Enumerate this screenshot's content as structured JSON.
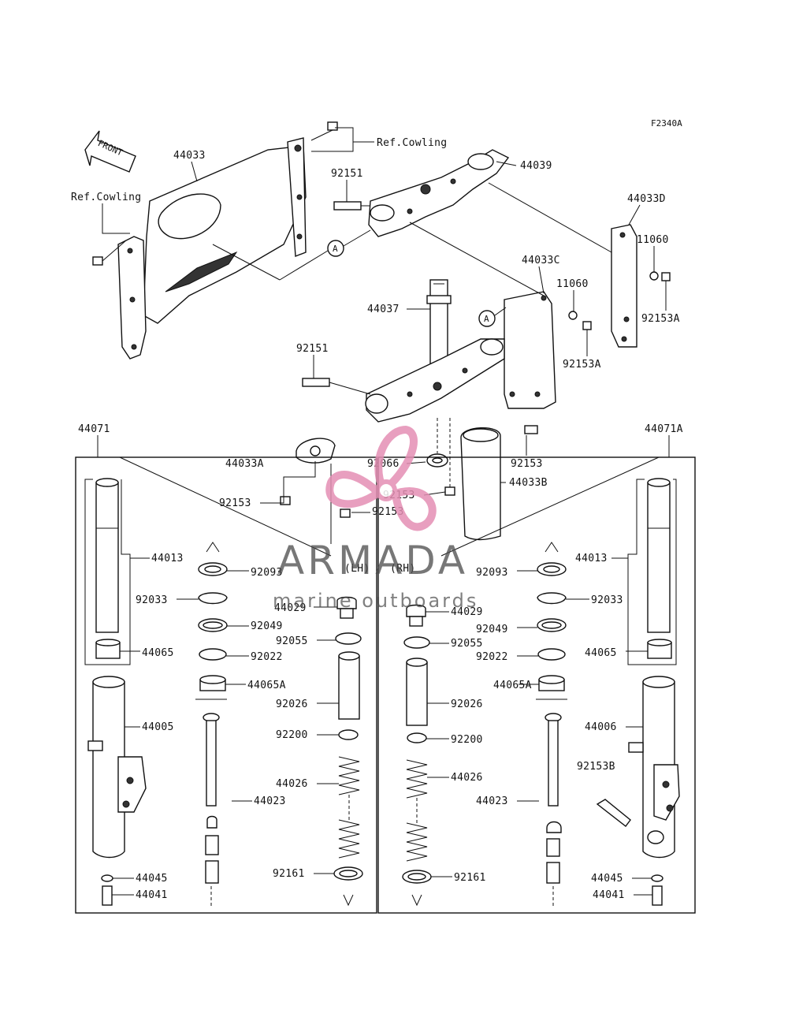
{
  "diagram": {
    "figure_code": "F2340A",
    "front_arrow_label": "FRONT",
    "ref_cowling_top": "Ref.Cowling",
    "ref_cowling_left": "Ref.Cowling",
    "marker_a": "A",
    "lh_label": "(LH)",
    "rh_label": "(RH)",
    "upper_labels": {
      "p44033": "44033",
      "p44039": "44039",
      "p92151_top": "92151",
      "p44033D": "44033D",
      "p11060_right": "11060",
      "p92153A_right": "92153A",
      "p44033C": "44033C",
      "p11060_mid": "11060",
      "p92153A_mid": "92153A",
      "p44037": "44037",
      "p92151_mid": "92151",
      "p44033A": "44033A",
      "p92066": "92066",
      "p92153_a": "92153",
      "p92153_b": "92153",
      "p92153_c": "92153",
      "p92153_d": "92153",
      "p44033B": "44033B"
    },
    "left_fork": {
      "p44071": "44071",
      "p44013": "44013",
      "p44065": "44065",
      "p44005": "44005",
      "p44045": "44045",
      "p44041": "44041",
      "p92093": "92093",
      "p92033": "92033",
      "p92049": "92049",
      "p92022": "92022",
      "p44065A": "44065A",
      "p44023": "44023",
      "p44029": "44029",
      "p92055": "92055",
      "p92026": "92026",
      "p92200": "92200",
      "p44026": "44026",
      "p92161": "92161"
    },
    "right_fork": {
      "p44071A": "44071A",
      "p44013": "44013",
      "p44065": "44065",
      "p44006": "44006",
      "p92153B": "92153B",
      "p44045": "44045",
      "p44041": "44041",
      "p92093": "92093",
      "p92033": "92033",
      "p92049": "92049",
      "p92022": "92022",
      "p44065A": "44065A",
      "p44023": "44023",
      "p44029": "44029",
      "p92055": "92055",
      "p92026": "92026",
      "p92200": "92200",
      "p44026": "44026",
      "p92161": "92161"
    }
  },
  "watermark": {
    "brand": "ARMADA",
    "tagline": "marine outboards",
    "logo_color": "#e58fb4"
  }
}
